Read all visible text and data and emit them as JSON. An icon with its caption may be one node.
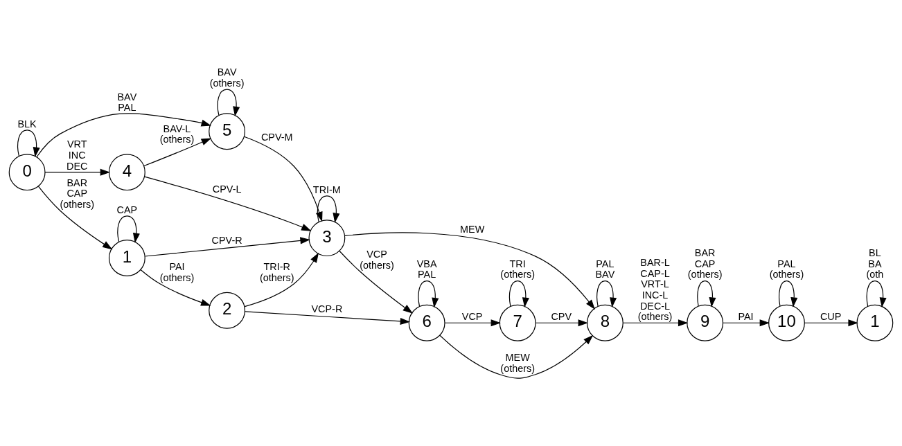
{
  "diagram": {
    "nodes": [
      {
        "text": [
          "0"
        ]
      },
      {
        "text": [
          "1"
        ]
      },
      {
        "text": [
          "2"
        ]
      },
      {
        "text": [
          "3"
        ]
      },
      {
        "text": [
          "4"
        ]
      },
      {
        "text": [
          "5"
        ]
      },
      {
        "text": [
          "6"
        ]
      },
      {
        "text": [
          "7"
        ]
      },
      {
        "text": [
          "8"
        ]
      },
      {
        "text": [
          "9"
        ]
      },
      {
        "text": [
          "10"
        ]
      },
      {
        "text": [
          "1"
        ]
      }
    ],
    "edges": [
      {
        "from": 0,
        "to": 0,
        "arrow": "to",
        "label": "BLK"
      },
      {
        "from": 0,
        "to": 4,
        "arrow": "to",
        "label": "VRT INC DEC"
      },
      {
        "from": 0,
        "to": 5,
        "arrow": "to",
        "label": "BAV PAL"
      },
      {
        "from": 0,
        "to": 1,
        "arrow": "to",
        "label": "BAR CAP (others)"
      },
      {
        "from": 1,
        "to": 1,
        "arrow": "to",
        "label": "CAP"
      },
      {
        "from": 1,
        "to": 2,
        "arrow": "to",
        "label": "PAI (others)"
      },
      {
        "from": 1,
        "to": 3,
        "arrow": "to",
        "label": "CPV-R"
      },
      {
        "from": 4,
        "to": 5,
        "arrow": "to",
        "label": "BAV-L (others)"
      },
      {
        "from": 5,
        "to": 5,
        "arrow": "to",
        "label": "BAV (others)"
      },
      {
        "from": 4,
        "to": 3,
        "arrow": "to",
        "label": "CPV-L"
      },
      {
        "from": 5,
        "to": 3,
        "arrow": "to",
        "label": "CPV-M"
      },
      {
        "from": 2,
        "to": 3,
        "arrow": "to",
        "label": "TRI-R (others)"
      },
      {
        "from": 2,
        "to": 6,
        "arrow": "to",
        "label": "VCP-R"
      },
      {
        "from": 3,
        "to": 3,
        "arrow": "to",
        "label": "TRI-M"
      },
      {
        "from": 3,
        "to": 6,
        "arrow": "to",
        "label": "VCP (others)"
      },
      {
        "from": 3,
        "to": 8,
        "arrow": "to",
        "label": "MEW"
      },
      {
        "from": 6,
        "to": 6,
        "arrow": "to",
        "label": "VBA PAL"
      },
      {
        "from": 6,
        "to": 7,
        "arrow": "to",
        "label": "VCP"
      },
      {
        "from": 7,
        "to": 7,
        "arrow": "to",
        "label": "TRI (others)"
      },
      {
        "from": 7,
        "to": 8,
        "arrow": "to",
        "label": "CPV"
      },
      {
        "from": 6,
        "to": 8,
        "arrow": "to",
        "label": "MEW (others)"
      },
      {
        "from": 8,
        "to": 8,
        "arrow": "to",
        "label": "PAL BAV"
      },
      {
        "from": 8,
        "to": 9,
        "arrow": "to",
        "label": "BAR-L CAP-L VRT-L INC-L DEC-L (others)"
      },
      {
        "from": 9,
        "to": 9,
        "arrow": "to",
        "label": "BAR CAP (others)"
      },
      {
        "from": 9,
        "to": 10,
        "arrow": "to",
        "label": "PAI"
      },
      {
        "from": 10,
        "to": 10,
        "arrow": "to",
        "label": "PAL (others)"
      },
      {
        "from": 10,
        "to": 11,
        "arrow": "to",
        "label": "CUP"
      },
      {
        "from": 11,
        "to": 11,
        "arrow": "to",
        "label": "BL BA (oth"
      }
    ]
  }
}
